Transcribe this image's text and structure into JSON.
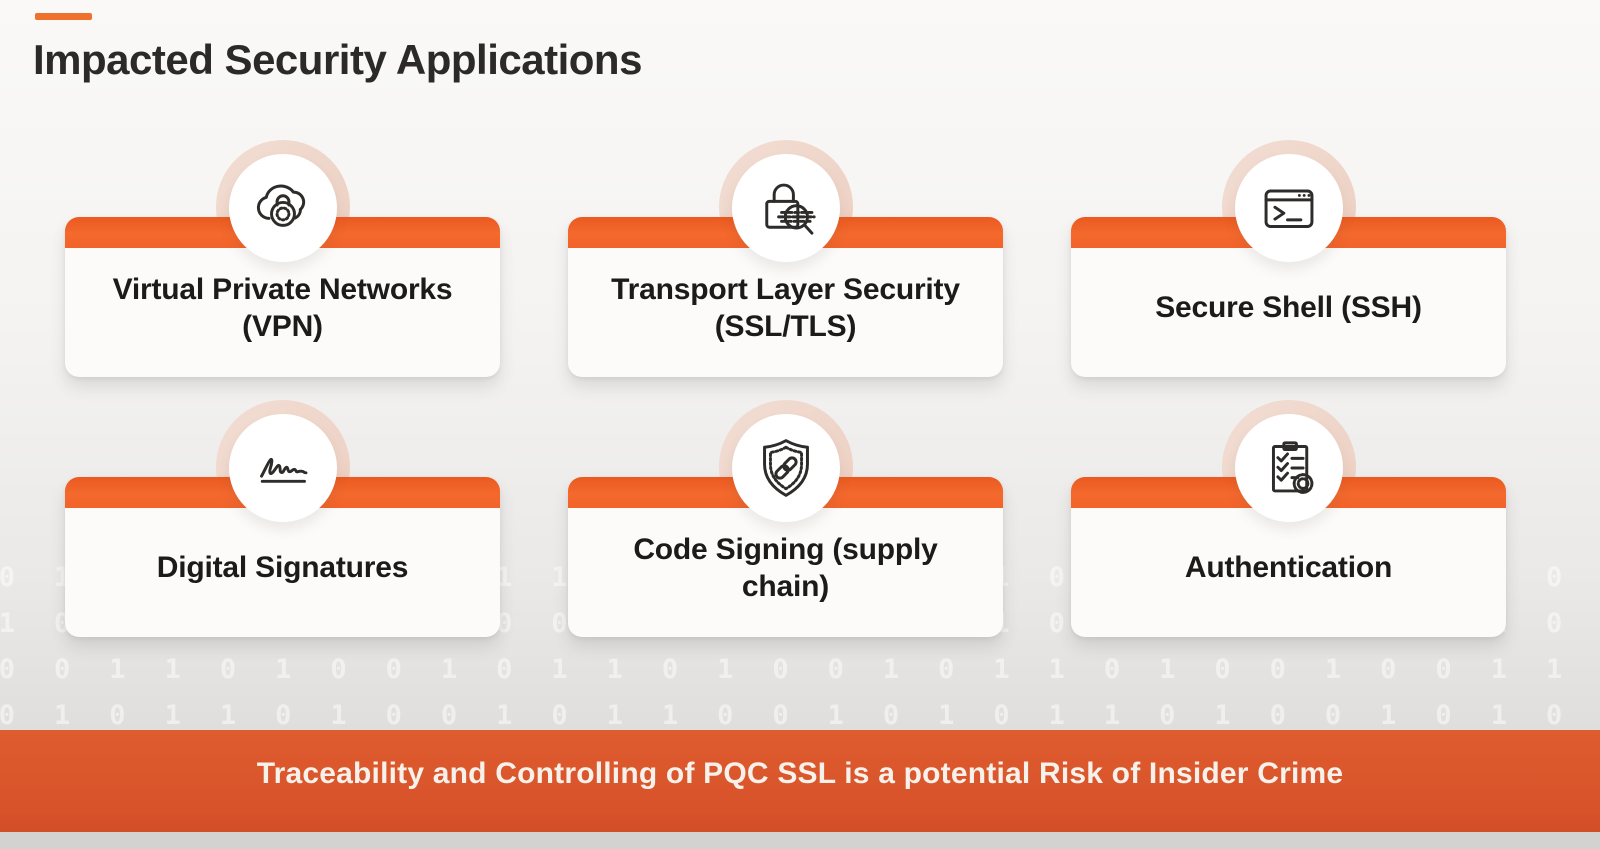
{
  "page": {
    "title": "Impacted Security Applications",
    "banner_text": "Traceability and Controlling of PQC SSL is a potential Risk of Insider Crime"
  },
  "colors": {
    "card_header_orange": "#F3672C",
    "banner_orange": "#D8522A",
    "accent_dash_orange": "#F0702E",
    "halo_peach": "#EFD6CA",
    "title_text": "#2B2A28",
    "card_text": "#1C1B1A",
    "banner_text": "#F6F1EA",
    "background_top": "#FAF9F7",
    "background_bottom": "#DAD9D7"
  },
  "cards": [
    {
      "label": "Virtual Private Networks (VPN)",
      "icon": "cloud-lock-icon"
    },
    {
      "label": "Transport Layer Security (SSL/TLS)",
      "icon": "lock-magnifier-icon"
    },
    {
      "label": "Secure Shell (SSH)",
      "icon": "terminal-icon"
    },
    {
      "label": "Digital Signatures",
      "icon": "signature-icon"
    },
    {
      "label": "Code Signing (supply chain)",
      "icon": "shield-chain-icon"
    },
    {
      "label": "Authentication",
      "icon": "checklist-gear-icon"
    }
  ],
  "decor": {
    "binary_row_a": "01101001011001010110100101100",
    "binary_row_b": "10010110100101011010010010110",
    "binary_row_c": "00110100101101001011010010011",
    "binary_row_d": "01011010010110010101101001010"
  }
}
